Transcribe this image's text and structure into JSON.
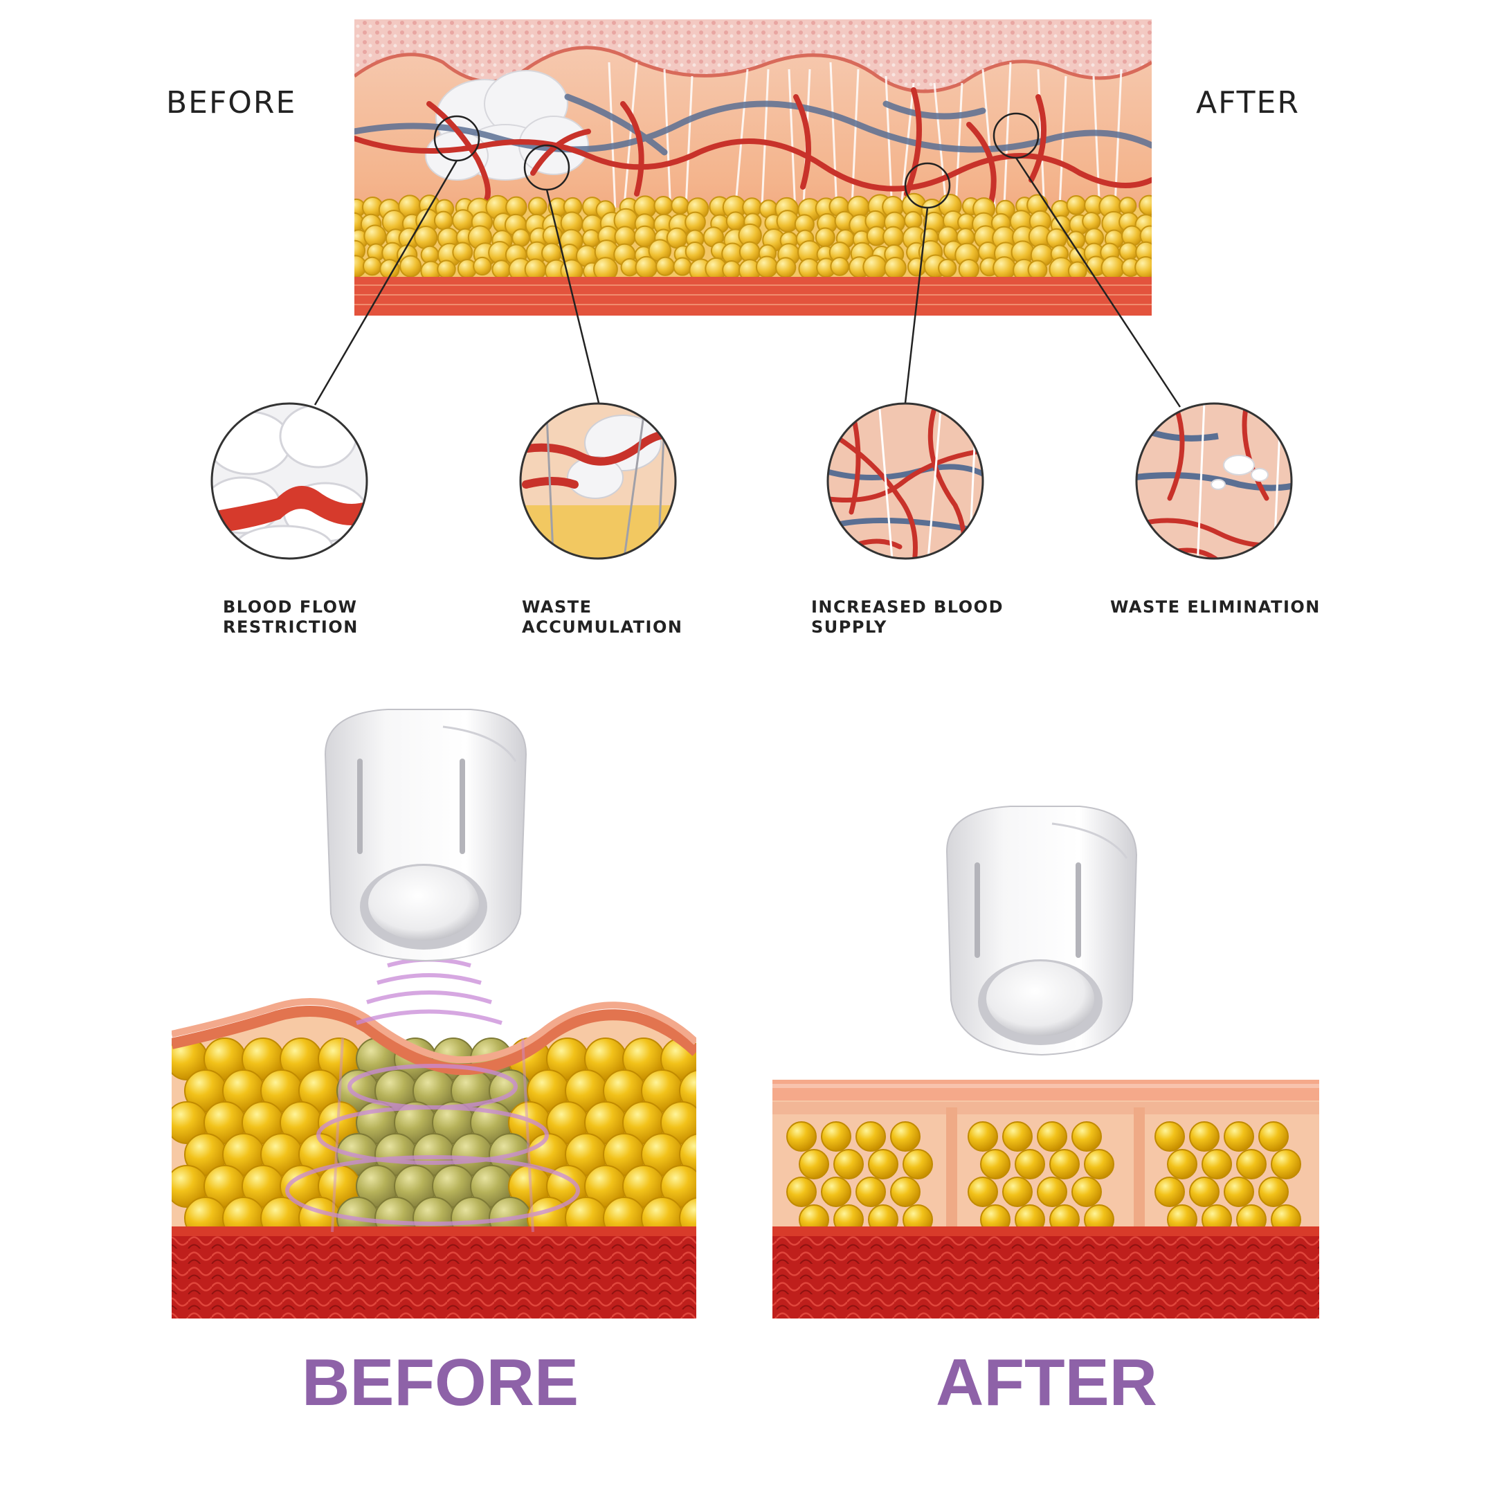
{
  "top_section": {
    "before_label": "BEFORE",
    "after_label": "AFTER"
  },
  "callouts": [
    {
      "line1": "BLOOD FLOW",
      "line2": "RESTRICTION"
    },
    {
      "line1": "WASTE",
      "line2": "ACCUMULATION"
    },
    {
      "line1": "INCREASED BLOOD",
      "line2": "SUPPLY"
    },
    {
      "line1": "WASTE ELIMINATION",
      "line2": ""
    }
  ],
  "bottom_section": {
    "before_label": "BEFORE",
    "after_label": "AFTER"
  },
  "colors": {
    "label_purple": "#8e62a8",
    "fat_yellow": "#f2c21a",
    "vessel_red": "#c8322a",
    "muscle_red": "#c2211e",
    "skin_pink": "#f0a58c",
    "device_white": "#eeeeef"
  },
  "icons": {
    "device": "ultrasound-device-icon",
    "waves": "ultrasound-wave-icon"
  }
}
